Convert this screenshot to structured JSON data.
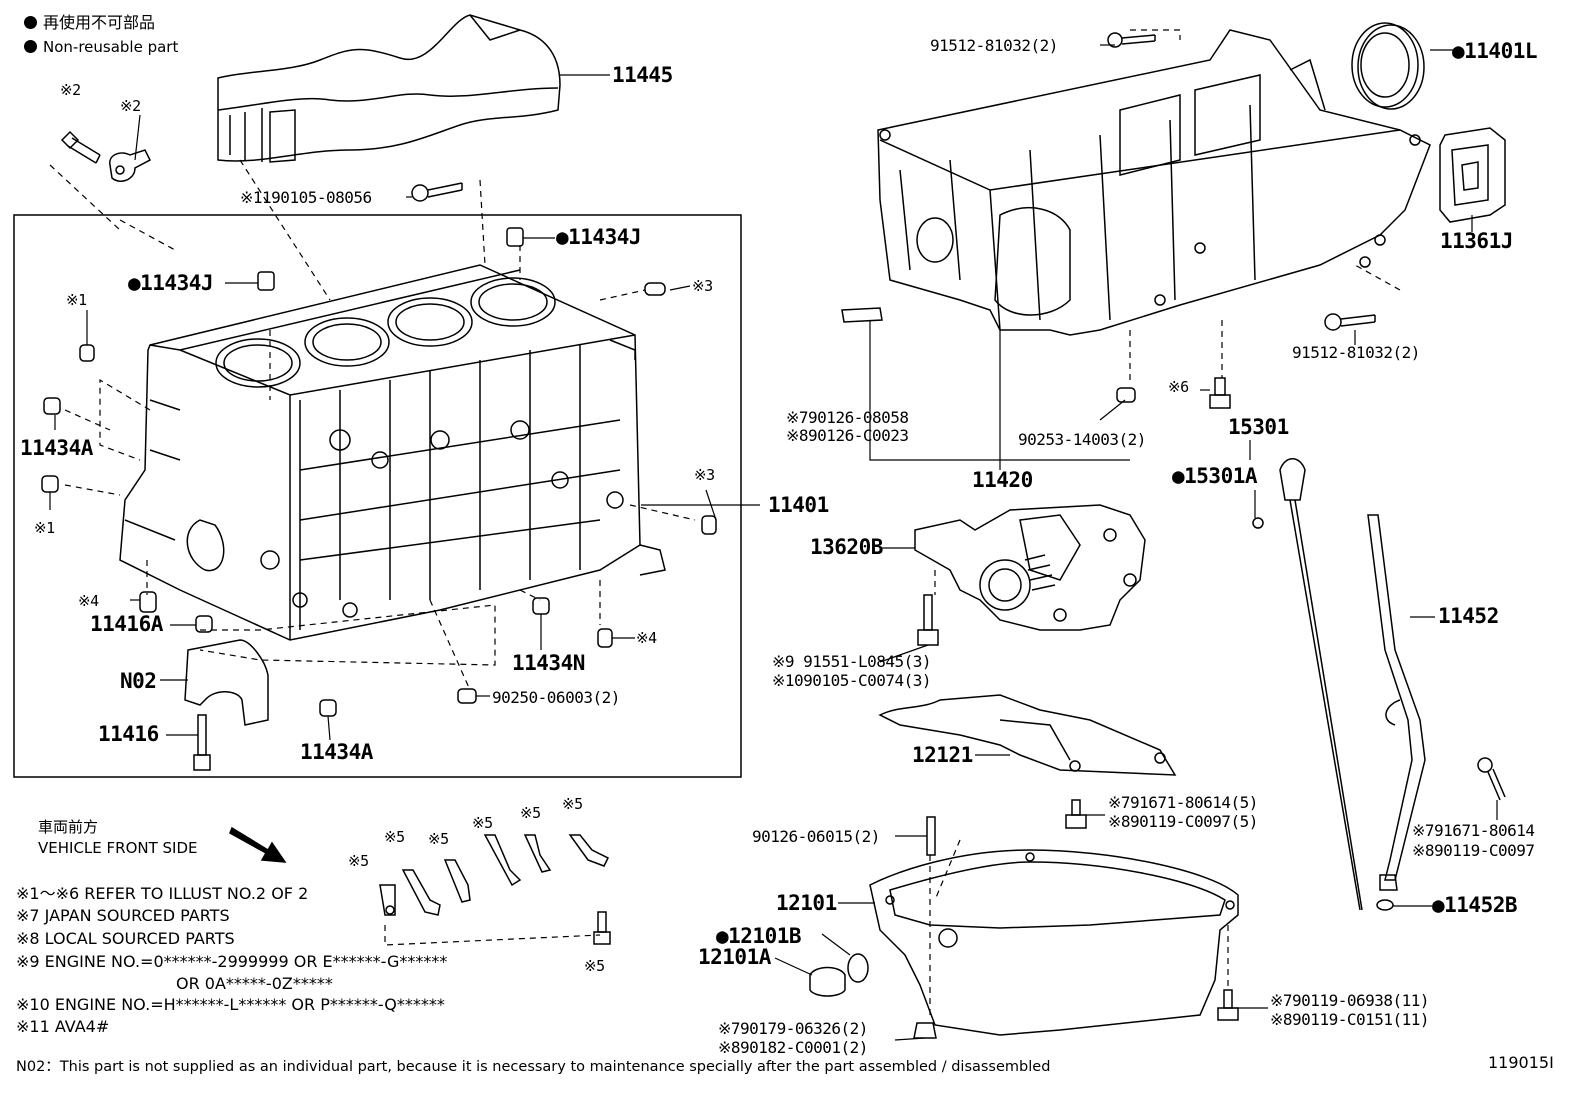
{
  "legend": {
    "jp": "再使用不可部品",
    "en": "Non-reusable part"
  },
  "labels": {
    "p11445": "11445",
    "p11434j_top": "●11434J",
    "p11434j_left": "●11434J",
    "p90105_08056": "※1190105-08056",
    "mark2a": "※2",
    "mark2b": "※2",
    "mark1a": "※1",
    "mark1b": "※1",
    "mark3a": "※3",
    "mark3b": "※3",
    "mark4a": "※4",
    "mark4b": "※4",
    "p11434a_1": "11434A",
    "p11434a_2": "11434A",
    "p11401": "11401",
    "p11416a": "11416A",
    "p11434n": "11434N",
    "pN02": "N02",
    "p11416": "11416",
    "p90250": "90250-06003(2)",
    "p91512_top": "91512-81032(2)",
    "p11401l": "●11401L",
    "p11361j": "11361J",
    "p91512_right": "91512-81032(2)",
    "mark6": "※6",
    "p90126_08058": "※790126-08058",
    "p90126_c0023": "※890126-C0023",
    "p90253": "90253-14003(2)",
    "p11420": "11420",
    "p15301": "15301",
    "p15301a": "●15301A",
    "p13620b": "13620B",
    "p91551": "※9  91551-L0845(3)",
    "p90105_c0074": "※1090105-C0074(3)",
    "p11452": "11452",
    "p12121": "12121",
    "p91671_a": "※791671-80614(5)",
    "p90119_c0097a": "※890119-C0097(5)",
    "p91671_b": "※791671-80614",
    "p90119_c0097b": "※890119-C0097",
    "p90126_06015": "90126-06015(2)",
    "p12101": "12101",
    "p12101b": "●12101B",
    "p12101a": "12101A",
    "p11452b": "●11452B",
    "p90119_06938": "※790119-06938(11)",
    "p90119_c0151": "※890119-C0151(11)",
    "p90179": "※790179-06326(2)",
    "p90182": "※890182-C0001(2)",
    "mark5_1": "※5",
    "mark5_2": "※5",
    "mark5_3": "※5",
    "mark5_4": "※5",
    "mark5_5": "※5",
    "mark5_6": "※5",
    "mark5_7": "※5"
  },
  "front": {
    "jp": "車両前方",
    "en": "VEHICLE FRONT SIDE"
  },
  "notes": [
    "※1～※6  REFER TO ILLUST NO.2 OF 2",
    "※7 JAPAN SOURCED PARTS",
    "※8 LOCAL SOURCED PARTS",
    "※9 ENGINE NO.=0******-2999999 OR E******-G******",
    "OR 0A*****-0Z*****",
    "※10 ENGINE NO.=H******-L****** OR P******-Q******",
    "※11 AVA4#"
  ],
  "footnote": "N02：This part is not supplied as an individual part, because it is necessary to maintenance specially after the part assembled / disassembled",
  "illust_id": "119015I"
}
